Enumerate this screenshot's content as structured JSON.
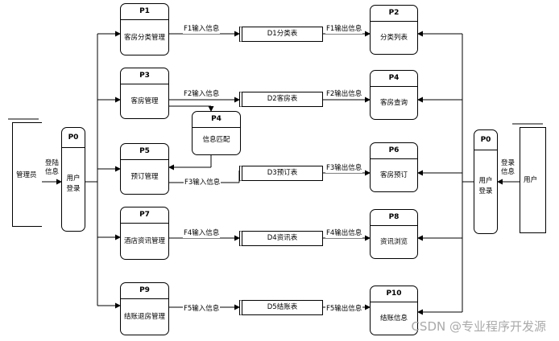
{
  "processes": {
    "p0_left": {
      "id": "P0",
      "name": "用户登录"
    },
    "p0_right": {
      "id": "P0",
      "name": "用户登录"
    },
    "p1": {
      "id": "P1",
      "name": "客房分类管理"
    },
    "p2": {
      "id": "P2",
      "name": "分类列表"
    },
    "p3": {
      "id": "P3",
      "name": "客房管理"
    },
    "p4_right": {
      "id": "P4",
      "name": "客房查询"
    },
    "p4_mid": {
      "id": "P4",
      "name": "信息匹配"
    },
    "p5": {
      "id": "P5",
      "name": "预订管理"
    },
    "p6": {
      "id": "P6",
      "name": "客房预订"
    },
    "p7": {
      "id": "P7",
      "name": "酒店资讯管理"
    },
    "p8": {
      "id": "P8",
      "name": "资讯浏览"
    },
    "p9": {
      "id": "P9",
      "name": "结账退房管理"
    },
    "p10": {
      "id": "P10",
      "name": "结账信息"
    }
  },
  "stores": {
    "d1": "D1分类表",
    "d2": "D2客房表",
    "d3": "D3预订表",
    "d4": "D4资讯表",
    "d5": "D5结账表"
  },
  "flows": {
    "f1_in": "F1输入信息",
    "f1_out": "F1输出信息",
    "f2_in": "F2输入信息",
    "f2_out": "F2输出信息",
    "f3_in": "F3输入信息",
    "f3_out": "F3输出信息",
    "f4_in": "F4输入信息",
    "f4_out": "F4输出信息",
    "f5_in": "F5输入信息",
    "f5_out": "F5输出信息"
  },
  "externals": {
    "admin": "管理员",
    "user": "用户"
  },
  "login_labels": {
    "admin": "登陆信息",
    "user": "登录信息"
  },
  "watermark": "CSDN @专业程序开发源"
}
